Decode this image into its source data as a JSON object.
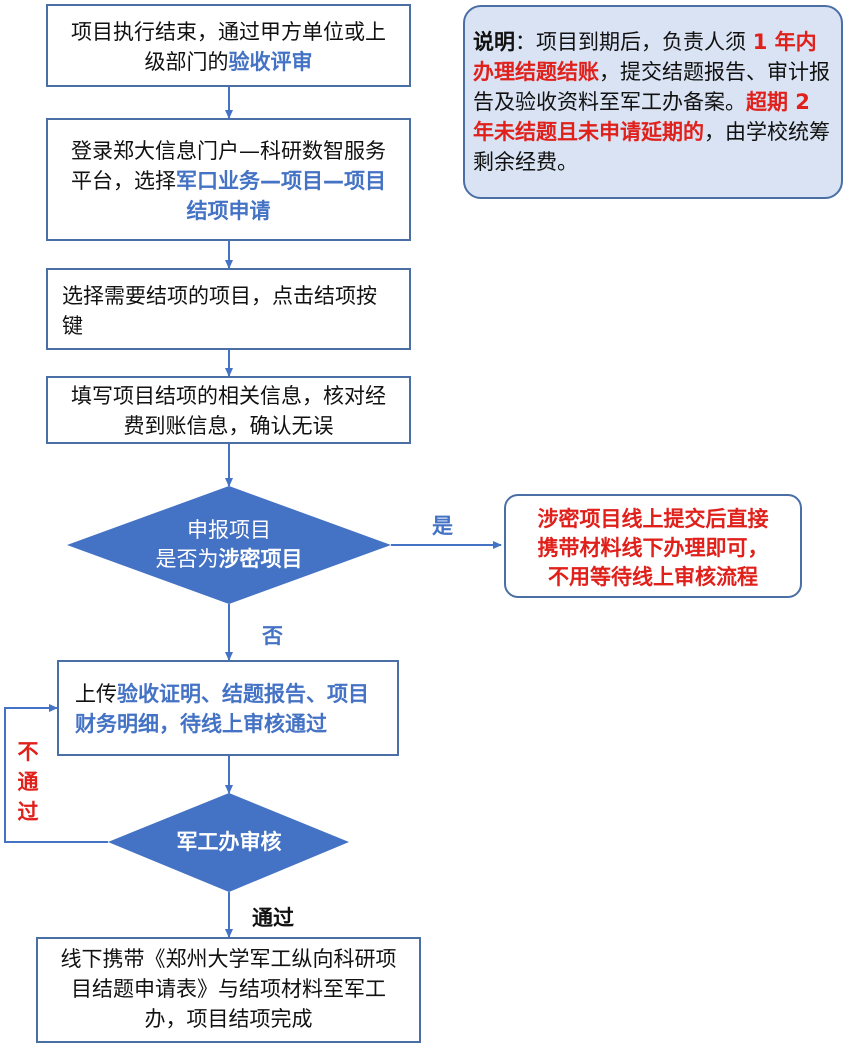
{
  "steps": {
    "s1": {
      "p1": "项目执行结束，通过甲方单位或上级部门的",
      "hl": "验收评审"
    },
    "s2": {
      "p1": "登录郑大信息门户—科研数智服务平台，选择",
      "hl": "军口业务—项目—项目结项申请"
    },
    "s3": "选择需要结项的项目，点击结项按键",
    "s4": "填写项目结项的相关信息，核对经费到账信息，确认无误",
    "s5": {
      "p1": "上传",
      "hl": "验收证明、结题报告、项目财务明细，待线上审核通过"
    },
    "s6": "线下携带《郑州大学军工纵向科研项目结题申请表》与结项材料至军工办，项目结项完成"
  },
  "decision1": {
    "line1": "申报项目",
    "line2_prefix": "是否为",
    "line2_bold": "涉密项目"
  },
  "decision2": "军工办审核",
  "labels": {
    "yes": "是",
    "no": "否",
    "fail_1": "不",
    "fail_2": "通",
    "fail_3": "过",
    "pass": "通过"
  },
  "secret_note": {
    "line1": "涉密项目线上提交后直接",
    "line2": "携带材料线下办理即可，",
    "line3": "不用等待线上审核流程"
  },
  "note": {
    "title": "说明",
    "p1": "：项目到期后，负责人须 ",
    "red1": "1 年内办理结题结账",
    "p2": "，提交结题报告、审计报告及验收资料至军工办备案。",
    "red2": "超期 2 年未结题且未申请延期的",
    "p3": "，由学校统筹剩余经费。"
  },
  "colors": {
    "accent": "#4472c4",
    "red": "#e0201b",
    "note_bg": "#dae3f3",
    "border": "#4a6fa5"
  }
}
